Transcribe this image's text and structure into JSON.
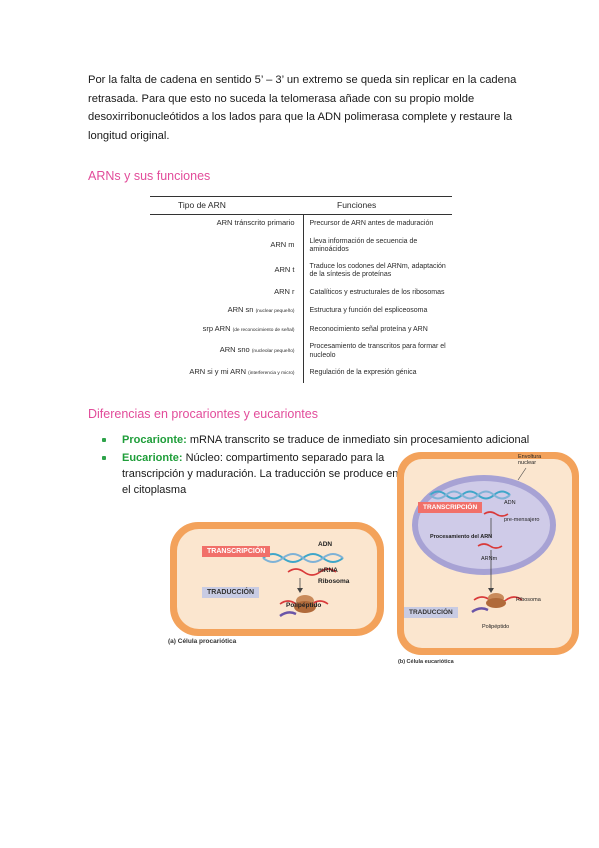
{
  "paragraph": "Por la falta de cadena en sentido 5’ – 3’ un extremo se queda sin replicar en la cadena retrasada. Para que esto no suceda la telomerasa añade con su propio molde desoxirribonucleótidos a los lados para que la ADN polimerasa complete y restaure la longitud original.",
  "section1": {
    "title": "ARNs y sus funciones"
  },
  "table": {
    "headers": [
      "Tipo de ARN",
      "Funciones"
    ],
    "rows": [
      {
        "name": "ARN  tránscrito primario",
        "note": "",
        "func": "Precursor de ARN antes de maduración"
      },
      {
        "name": "ARN m",
        "note": "",
        "func": "Lleva información de secuencia de aminoácidos"
      },
      {
        "name": "ARN t",
        "note": "",
        "func": "Traduce los codones del ARNm, adaptación de la síntesis de proteínas"
      },
      {
        "name": "ARN r",
        "note": "",
        "func": "Catalíticos y estructurales de los ribosomas"
      },
      {
        "name": "ARN sn",
        "note": "(nuclear pequeño)",
        "func": "Estructura y función del espliceosoma"
      },
      {
        "name": "srp ARN",
        "note": "(de reconocimiento de señal)",
        "func": "Reconocimiento señal proteína y ARN"
      },
      {
        "name": "ARN sno",
        "note": "(nucleolar pequeño)",
        "func": "Procesamiento de transcritos para formar el nucleolo"
      },
      {
        "name": "ARN si  y mi ARN",
        "note": "(interferencia y micro)",
        "func": "Regulación de la expresión génica"
      }
    ]
  },
  "section2": {
    "title": "Diferencias en procariontes y eucariontes"
  },
  "bullets": [
    {
      "term": "Procarionte:",
      "text": " mRNA transcrito se traduce de inmediato sin procesamiento adicional"
    },
    {
      "term": "Eucarionte:",
      "text": " Núcleo: compartimento separado para la transcripción y maduración. La traducción se produce en el citoplasma"
    }
  ],
  "fig_prok": {
    "transcription": "TRANSCRIPCIÓN",
    "translation": "TRADUCCIÓN",
    "dna": "ADN",
    "mrna": "mRNA",
    "ribosome": "Ribosoma",
    "polypeptide": "Polipéptido",
    "caption": "(a) Célula procariótica"
  },
  "fig_euk": {
    "envelope": "Envoltura nuclear",
    "transcription": "TRANSCRIPCIÓN",
    "dna": "ADN",
    "premrna": "pre-mensajero",
    "processing": "Procesamiento del ARN",
    "mrna": "ARNm",
    "translation": "TRADUCCIÓN",
    "ribosome": "Ribosoma",
    "polypeptide": "Polipéptido",
    "caption": "(b) Célula eucariótica"
  }
}
